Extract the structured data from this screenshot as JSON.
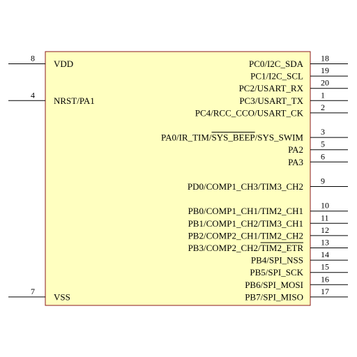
{
  "colors": {
    "body_fill": "#ffffc0",
    "body_stroke": "#8b1a1a",
    "pin_line": "#000000",
    "text": "#000000"
  },
  "left_pins": [
    {
      "num": "8",
      "label": "VDD",
      "row": 0
    },
    {
      "num": "4",
      "label": "NRST/PA1",
      "row": 3
    },
    {
      "num": "7",
      "label": "VSS",
      "row": 19
    }
  ],
  "right_pins": [
    {
      "num": "18",
      "label": "PC0/I2C_SDA",
      "row": 0
    },
    {
      "num": "19",
      "label": "PC1/I2C_SCL",
      "row": 1
    },
    {
      "num": "20",
      "label": "PC2/USART_RX",
      "row": 2
    },
    {
      "num": "1",
      "label": "PC3/USART_TX",
      "row": 3
    },
    {
      "num": "2",
      "label": "PC4/RCC_CCO/USART_CK",
      "row": 4
    },
    {
      "num": "3",
      "label": "PA0/IR_TIM/SYS_BEEP/SYS_SWIM",
      "row": 6,
      "overbar": "SYS_BEEP"
    },
    {
      "num": "5",
      "label": "PA2",
      "row": 7
    },
    {
      "num": "6",
      "label": "PA3",
      "row": 8
    },
    {
      "num": "9",
      "label": "PD0/COMP1_CH3/TIM3_CH2",
      "row": 10
    },
    {
      "num": "10",
      "label": "PB0/COMP1_CH1/TIM2_CH1",
      "row": 12
    },
    {
      "num": "11",
      "label": "PB1/COMP1_CH2/TIM3_CH1",
      "row": 13
    },
    {
      "num": "12",
      "label": "PB2/COMP2_CH1/TIM2_CH2",
      "row": 14
    },
    {
      "num": "13",
      "label": "PB3/COMP2_CH2/TIM2_ETR",
      "row": 15,
      "overbar": "TIM2_ETR"
    },
    {
      "num": "14",
      "label": "PB4/SPI_NSS",
      "row": 16
    },
    {
      "num": "15",
      "label": "PB5/SPI_SCK",
      "row": 17
    },
    {
      "num": "16",
      "label": "PB6/SPI_MOSI",
      "row": 18
    },
    {
      "num": "17",
      "label": "PB7/SPI_MISO",
      "row": 19
    }
  ]
}
